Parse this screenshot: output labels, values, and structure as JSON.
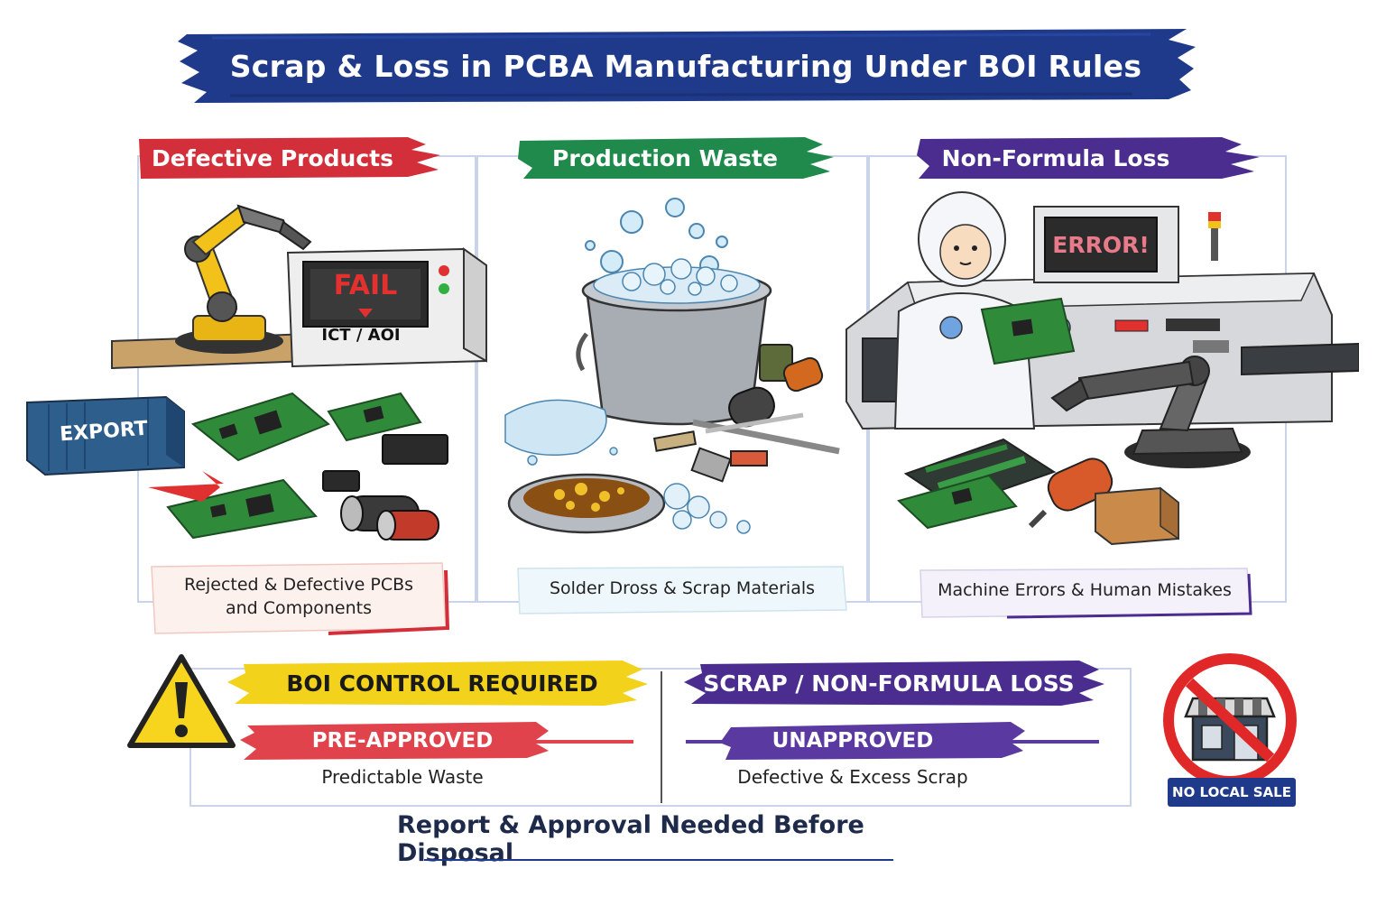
{
  "title": "Scrap & Loss in PCBA Manufacturing Under BOI Rules",
  "colors": {
    "title_banner": "#1f3a8a",
    "defective": "#d32f3a",
    "production": "#1f8a4c",
    "nonformula": "#4b2d8f",
    "boi_control": "#f3d21b",
    "pre_approved": "#e0434b",
    "unapproved": "#5a3aa0",
    "no_sale": "#e02828"
  },
  "panels": [
    {
      "heading": "Defective Products",
      "caption_line1": "Rejected & Defective PCBs",
      "caption_line2": "and Components",
      "screen_text": "FAIL",
      "machine_label": "ICT / AOI",
      "container_label": "EXPORT",
      "icons": [
        "robot-arm-icon",
        "test-machine-icon",
        "pcb-icon",
        "container-icon",
        "capacitor-icon"
      ]
    },
    {
      "heading": "Production Waste",
      "caption": "Solder Dross & Scrap Materials",
      "icons": [
        "dross-pot-icon",
        "solder-pan-icon",
        "scrap-pile-icon"
      ]
    },
    {
      "heading": "Non-Formula Loss",
      "caption": "Machine Errors & Human Mistakes",
      "screen_text": "ERROR!",
      "icons": [
        "technician-icon",
        "reflow-machine-icon",
        "robot-arm-icon",
        "pcb-icon",
        "box-icon"
      ]
    }
  ],
  "boi": {
    "control_label": "BOI CONTROL REQUIRED",
    "pre_approved_label": "PRE-APPROVED",
    "pre_approved_desc": "Predictable Waste",
    "scrap_label": "SCRAP / NON-FORMULA LOSS",
    "unapproved_label": "UNAPPROVED",
    "unapproved_desc": "Defective & Excess Scrap",
    "warning_icon": "warning-icon"
  },
  "no_local_sale": {
    "label": "NO LOCAL SALE",
    "icon": "no-shop-icon"
  },
  "footer": "Report & Approval Needed Before Disposal"
}
